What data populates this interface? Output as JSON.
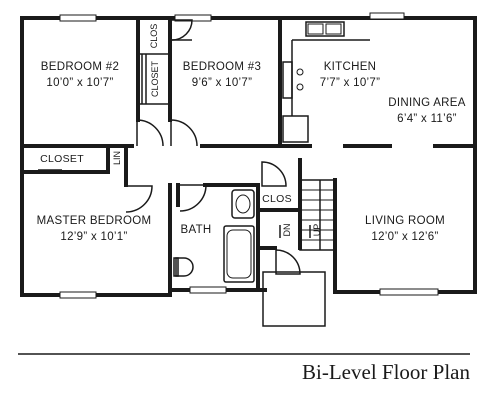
{
  "rooms": {
    "bedroom2": {
      "name": "BEDROOM #2",
      "size": "10’0” x 10’7”"
    },
    "bedroom3": {
      "name": "BEDROOM #3",
      "size": "9’6” x 10’7”"
    },
    "kitchen": {
      "name": "KITCHEN",
      "size": "7’7” x 10’7”"
    },
    "dining": {
      "name": "DINING AREA",
      "size": "6’4” x 11’6”"
    },
    "master": {
      "name": "MASTER BEDROOM",
      "size": "12’9” x 10’1”"
    },
    "living": {
      "name": "LIVING ROOM",
      "size": "12’0” x 12’6”"
    },
    "bath": {
      "name": "BATH"
    }
  },
  "labels": {
    "closet_hall": "CLOSET",
    "clos_vertical": "CLOSET",
    "clos_top": "CLOS",
    "clos_stair": "CLOS",
    "linen": "LIN",
    "stair_dn": "DN",
    "stair_up": "UP"
  },
  "title": "Bi-Level Floor Plan"
}
